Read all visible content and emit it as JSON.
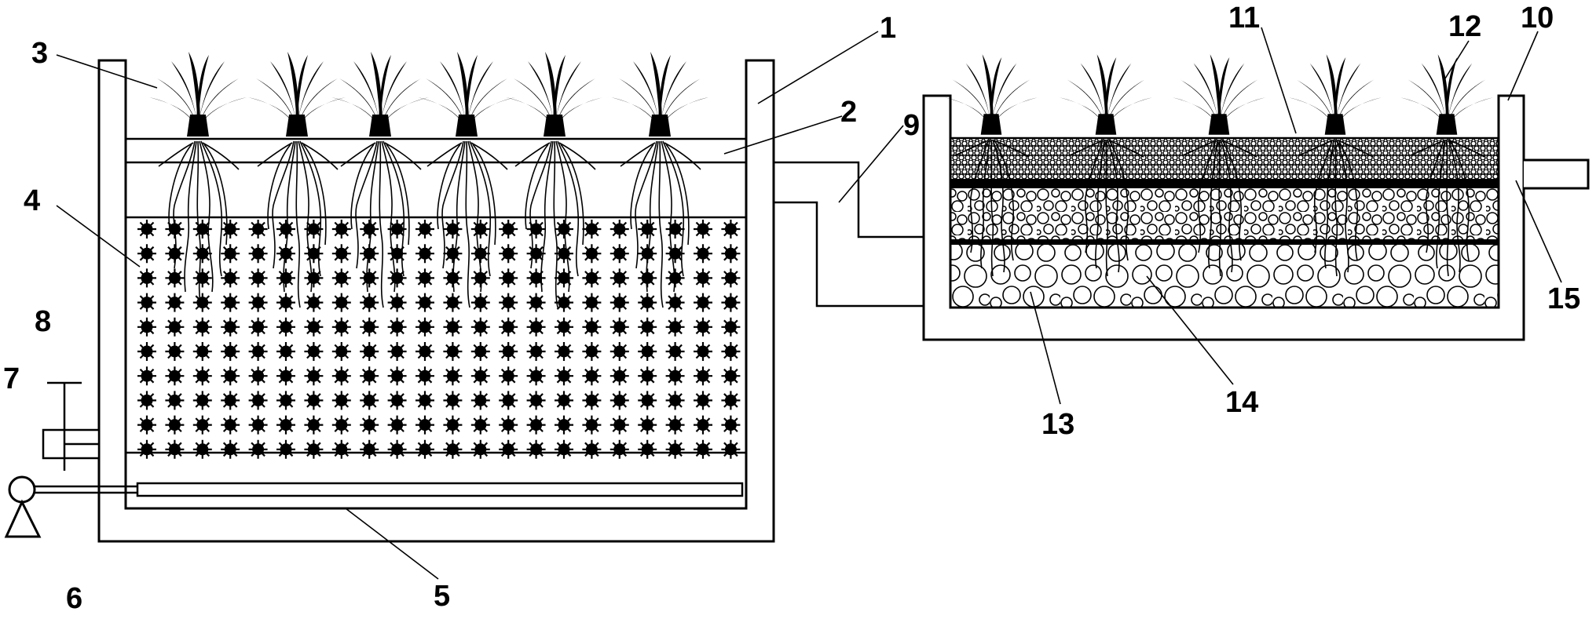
{
  "labels": {
    "l1": "1",
    "l2": "2",
    "l3": "3",
    "l4": "4",
    "l5": "5",
    "l6": "6",
    "l7": "7",
    "l8": "8",
    "l9": "9",
    "l10": "10",
    "l11": "11",
    "l12": "12",
    "l13": "13",
    "l14": "14",
    "l15": "15"
  },
  "colors": {
    "ink": "#000000",
    "paper": "#ffffff"
  },
  "icons": {
    "plant": "reed-plant-icon",
    "pump": "air-pump-icon",
    "valve": "valve-icon",
    "carrier": "filler-ball-icon"
  }
}
